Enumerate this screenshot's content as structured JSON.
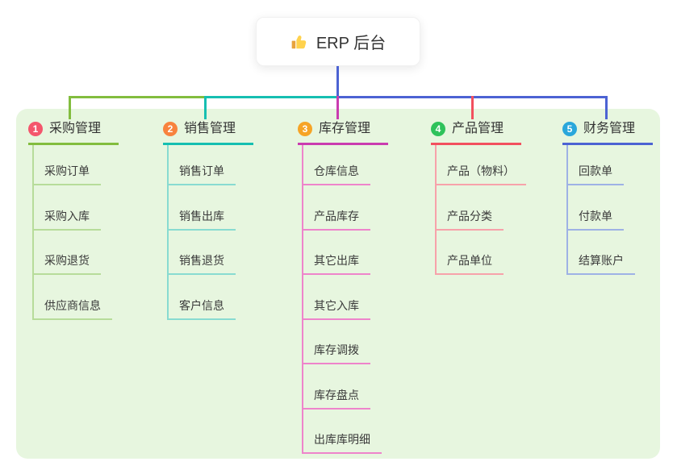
{
  "root": {
    "title": "ERP 后台",
    "icon": "thumbs-up-icon"
  },
  "branches": [
    {
      "index": "1",
      "label": "采购管理",
      "chip_color": "#f4566c",
      "line_color": "#82bd3e",
      "child_line_color": "#b7dc9a",
      "children": [
        "采购订单",
        "采购入库",
        "采购退货",
        "供应商信息"
      ]
    },
    {
      "index": "2",
      "label": "销售管理",
      "chip_color": "#f8833e",
      "line_color": "#16bfb1",
      "child_line_color": "#88dbd1",
      "children": [
        "销售订单",
        "销售出库",
        "销售退货",
        "客户信息"
      ]
    },
    {
      "index": "3",
      "label": "库存管理",
      "chip_color": "#f6a426",
      "line_color": "#ca3cb0",
      "child_line_color": "#ee84cb",
      "children": [
        "仓库信息",
        "产品库存",
        "其它出库",
        "其它入库",
        "库存调拨",
        "库存盘点",
        "出库库明细"
      ]
    },
    {
      "index": "4",
      "label": "产品管理",
      "chip_color": "#2fc25b",
      "line_color": "#f2505e",
      "child_line_color": "#f7a2aa",
      "children": [
        "产品（物料）",
        "产品分类",
        "产品单位"
      ]
    },
    {
      "index": "5",
      "label": "财务管理",
      "chip_color": "#2aa7db",
      "line_color": "#4c63d3",
      "child_line_color": "#9eb2e5",
      "children": [
        "回款单",
        "付款单",
        "结算账户"
      ]
    }
  ],
  "colors": {
    "panel_bg": "#e7f6df",
    "canvas_bg": "#ffffff",
    "text": "#333333"
  }
}
